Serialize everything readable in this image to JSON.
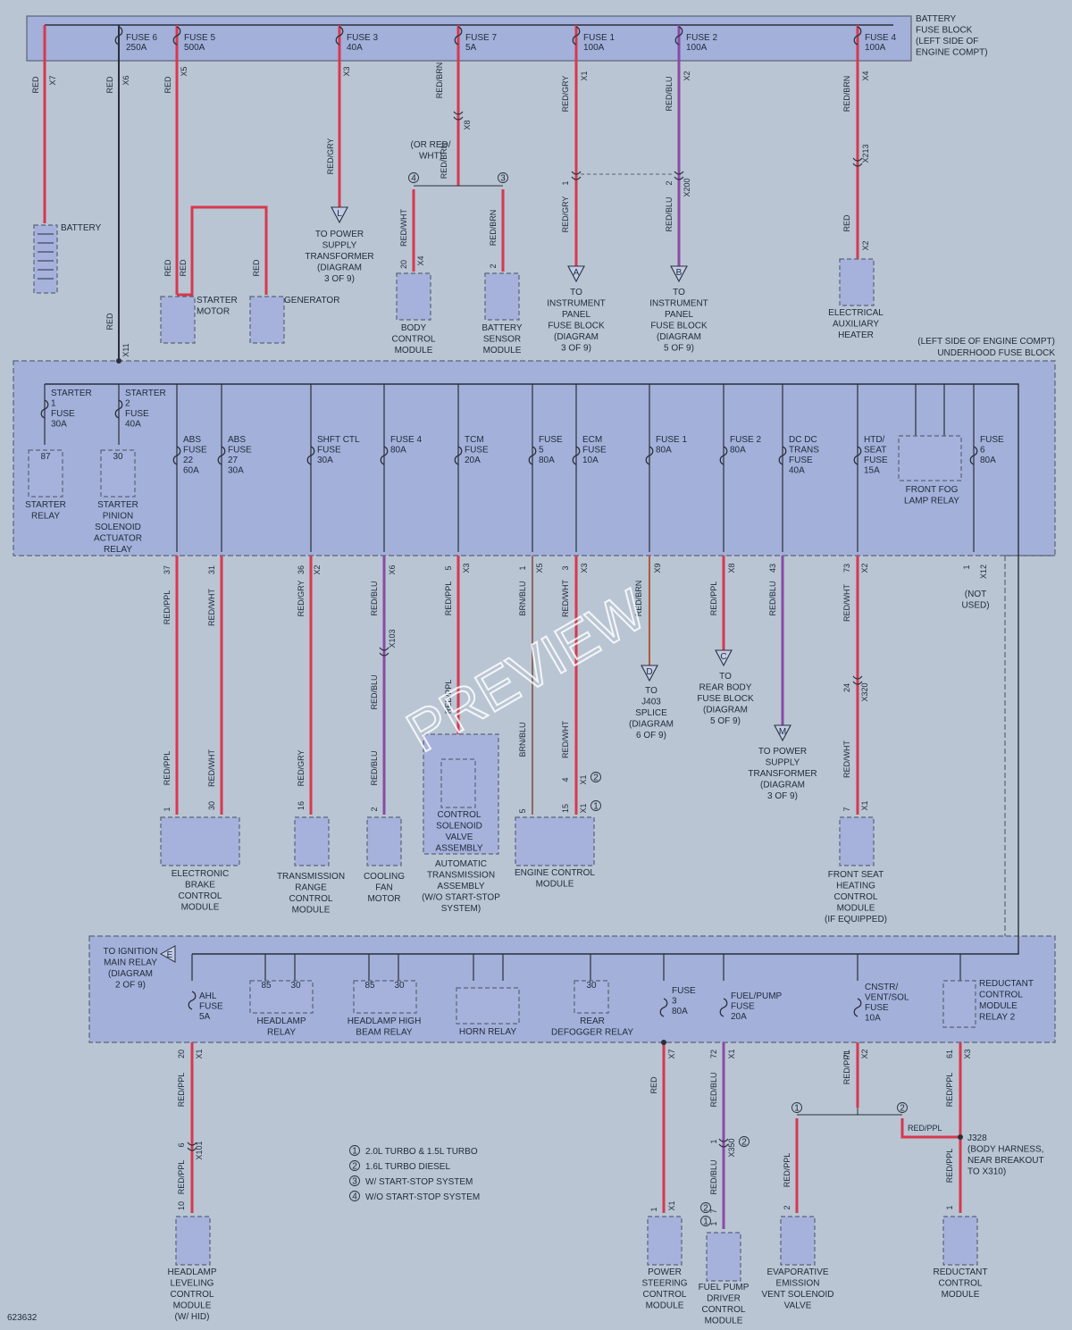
{
  "diagram_id": "623632",
  "watermark": "PREVIEW",
  "wire_colors": {
    "red": "#d8384e",
    "red_blu": "#8a4aa6",
    "brn_blu": "#8a6a62",
    "red_brn": "#b05a3a",
    "black": "#2a2f3a",
    "dash": "#5a6478"
  },
  "battery_fuse_block": {
    "title": [
      "BATTERY",
      "FUSE BLOCK",
      "(LEFT SIDE OF",
      "ENGINE COMPT)"
    ],
    "fuses": [
      {
        "name": "FUSE 6",
        "amp": "250A",
        "conn": "X6",
        "wire": "RED"
      },
      {
        "name": "FUSE 5",
        "amp": "500A",
        "conn": "X5",
        "wire": "RED"
      },
      {
        "name": "FUSE 3",
        "amp": "40A",
        "conn": "X3",
        "wire": "RED/GRY"
      },
      {
        "name": "FUSE 7",
        "amp": "5A",
        "conn": "",
        "wire": "RED/BRN"
      },
      {
        "name": "FUSE 1",
        "amp": "100A",
        "conn": "X1",
        "wire": "RED/GRY"
      },
      {
        "name": "FUSE 2",
        "amp": "100A",
        "conn": "X2",
        "wire": "RED/BLU"
      },
      {
        "name": "FUSE 4",
        "amp": "100A",
        "conn": "X4",
        "wire": "RED/BRN"
      }
    ],
    "x7": "X7"
  },
  "top": {
    "battery": "BATTERY",
    "starter_motor": [
      "STARTER",
      "MOTOR"
    ],
    "generator": "GENERATOR",
    "to_pst": [
      "TO POWER",
      "SUPPLY",
      "TRANSFORMER",
      "(DIAGRAM",
      "3 OF 9)"
    ],
    "or_note": [
      "(OR RED/",
      "WHT)"
    ],
    "x8": "X8",
    "bcm": [
      "BODY",
      "CONTROL",
      "MODULE"
    ],
    "bsm": [
      "BATTERY",
      "SENSOR",
      "MODULE"
    ],
    "ipfb_a": [
      "TO",
      "INSTRUMENT",
      "PANEL",
      "FUSE BLOCK",
      "(DIAGRAM",
      "3 OF 9)"
    ],
    "ipfb_b": [
      "TO",
      "INSTRUMENT",
      "PANEL",
      "FUSE BLOCK",
      "(DIAGRAM",
      "5 OF 9)"
    ],
    "eah": [
      "ELECTRICAL",
      "AUXILIARY",
      "HEATER"
    ],
    "x200": "X200",
    "x213": "X213",
    "x11": "X11",
    "red_wht": "RED/WHT",
    "red_brn": "RED/BRN",
    "red": "RED"
  },
  "underhood": {
    "title": [
      "(LEFT SIDE OF ENGINE COMPT)",
      "UNDERHOOD FUSE BLOCK"
    ],
    "starter_relay": [
      "STARTER",
      "RELAY"
    ],
    "spar": [
      "STARTER",
      "PINION",
      "SOLENOID",
      "ACTUATOR",
      "RELAY"
    ],
    "front_fog": [
      "FRONT FOG",
      "LAMP RELAY"
    ],
    "not_used": [
      "(NOT",
      "USED)"
    ],
    "fuses": [
      [
        "STARTER",
        "1",
        "FUSE",
        "30A"
      ],
      [
        "STARTER",
        "2",
        "FUSE",
        "40A"
      ],
      [
        "ABS",
        "FUSE",
        "22",
        "60A"
      ],
      [
        "ABS",
        "FUSE",
        "27",
        "30A"
      ],
      [
        "SHFT CTL",
        "FUSE",
        "30A"
      ],
      [
        "FUSE 4",
        "80A"
      ],
      [
        "TCM",
        "FUSE",
        "20A"
      ],
      [
        "FUSE",
        "5",
        "80A"
      ],
      [
        "ECM",
        "FUSE",
        "10A"
      ],
      [
        "FUSE 1",
        "80A"
      ],
      [
        "FUSE 2",
        "80A"
      ],
      [
        "DC DC",
        "TRANS",
        "FUSE",
        "40A"
      ],
      [
        "HTD/",
        "SEAT",
        "FUSE",
        "15A"
      ],
      [
        "FUSE",
        "6",
        "80A"
      ]
    ]
  },
  "middle": {
    "ebcm": [
      "ELECTRONIC",
      "BRAKE",
      "CONTROL",
      "MODULE"
    ],
    "trcm": [
      "TRANSMISSION",
      "RANGE",
      "CONTROL",
      "MODULE"
    ],
    "cfm": [
      "COOLING",
      "FAN",
      "MOTOR"
    ],
    "csva": [
      "CONTROL",
      "SOLENOID",
      "VALVE",
      "ASSEMBLY"
    ],
    "ata": [
      "AUTOMATIC",
      "TRANSMISSION",
      "ASSEMBLY",
      "(W/O START-STOP",
      "SYSTEM)"
    ],
    "ecm": [
      "ENGINE CONTROL",
      "MODULE"
    ],
    "j403": [
      "TO",
      "J403",
      "SPLICE",
      "(DIAGRAM",
      "6 OF 9)"
    ],
    "rbfb": [
      "TO",
      "REAR BODY",
      "FUSE BLOCK",
      "(DIAGRAM",
      "5 OF 9)"
    ],
    "pst2": [
      "TO POWER",
      "SUPPLY",
      "TRANSFORMER",
      "(DIAGRAM",
      "3 OF 9)"
    ],
    "fshcm": [
      "FRONT SEAT",
      "HEATING",
      "CONTROL",
      "MODULE",
      "(IF EQUIPPED)"
    ],
    "x103": "X103",
    "x320": "X320"
  },
  "lower_block": {
    "to_ign": [
      "TO IGNITION",
      "MAIN RELAY",
      "(DIAGRAM",
      "2 OF 9)"
    ],
    "ahl_fuse": [
      "AHL",
      "FUSE",
      "5A"
    ],
    "headlamp_relay": [
      "HEADLAMP",
      "RELAY"
    ],
    "headlamp_high": [
      "HEADLAMP HIGH",
      "BEAM RELAY"
    ],
    "horn_relay": "HORN RELAY",
    "rear_defog": [
      "REAR",
      "DEFOGGER RELAY"
    ],
    "fuse3": [
      "FUSE",
      "3",
      "80A"
    ],
    "fuelpump_fuse": [
      "FUEL/PUMP",
      "FUSE",
      "20A"
    ],
    "cnstr": [
      "CNSTR/",
      "VENT/SOL",
      "FUSE",
      "10A"
    ],
    "rcm_relay": [
      "REDUCTANT",
      "CONTROL",
      "MODULE",
      "RELAY 2"
    ]
  },
  "bottom": {
    "hlcm": [
      "HEADLAMP",
      "LEVELING",
      "CONTROL",
      "MODULE",
      "(W/ HID)"
    ],
    "pscm": [
      "POWER",
      "STEERING",
      "CONTROL",
      "MODULE"
    ],
    "fpdcm": [
      "FUEL PUMP",
      "DRIVER",
      "CONTROL",
      "MODULE"
    ],
    "evap": [
      "EVAPORATIVE",
      "EMISSION",
      "VENT SOLENOID",
      "VALVE"
    ],
    "rcm": [
      "REDUCTANT",
      "CONTROL",
      "MODULE"
    ],
    "j328": [
      "J328",
      "(BODY HARNESS,",
      "NEAR BREAKOUT",
      "TO X310)"
    ],
    "x101": "X101",
    "x350": "X350",
    "red_ppl": "RED/PPL"
  },
  "legend": [
    {
      "n": "1",
      "text": "2.0L TURBO & 1.5L TURBO"
    },
    {
      "n": "2",
      "text": "1.6L TURBO DIESEL"
    },
    {
      "n": "3",
      "text": "W/ START-STOP SYSTEM"
    },
    {
      "n": "4",
      "text": "W/O START-STOP SYSTEM"
    }
  ]
}
